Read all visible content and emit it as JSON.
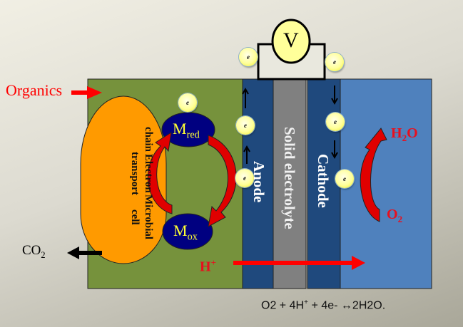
{
  "title": "Microbial fuel cell schematic",
  "labels": {
    "organics": "Organics",
    "co2": "CO",
    "co2_sub": "2",
    "microbial_line1": "Microbial cell",
    "microbial_line2": "Electron transport",
    "microbial_line3": "chain",
    "m_red": "M",
    "m_red_sub": "red",
    "m_ox": "M",
    "m_ox_sub": "ox",
    "anode": "Anode",
    "electrolyte": "Solid electrolyte",
    "cathode": "Cathode",
    "h2o": "H",
    "h2o_sub": "2",
    "h2o_tail": "O",
    "o2": "O",
    "o2_sub": "2",
    "h_plus": "H",
    "h_plus_sup": "+",
    "voltmeter": "V",
    "electron": "e"
  },
  "equation": {
    "part1": "O2 + 4H",
    "sup": "+",
    "part2": " + 4e- ↔2H2O."
  },
  "colors": {
    "anode_chamber": "#76923c",
    "electrode": "#1f497d",
    "electrolyte": "#808080",
    "cathode_chamber": "#4f81bd",
    "microbe": "#ff9a00",
    "mediator": "#000080",
    "mediator_text": "#ffff33",
    "arrow_red": "#ff0000",
    "label_red": "#e8101e"
  }
}
